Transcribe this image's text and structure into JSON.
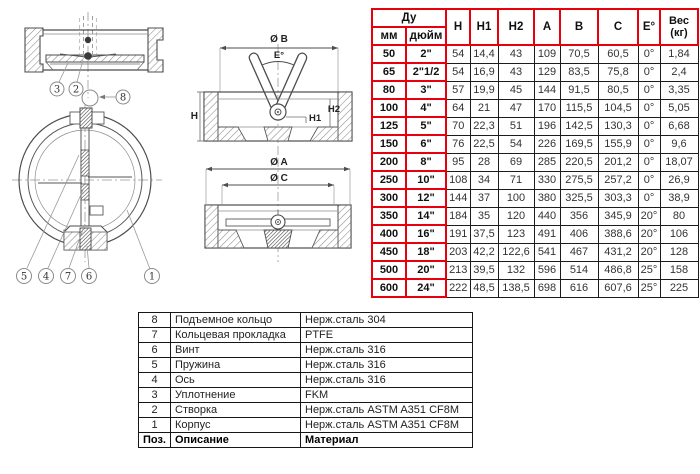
{
  "dim_table": {
    "du_label": "Ду",
    "du_sub": [
      "мм",
      "дюйм"
    ],
    "col_headers": [
      "H",
      "H1",
      "H2",
      "A",
      "B",
      "C",
      "E°"
    ],
    "weight_header": "Вес (кг)",
    "rows": [
      [
        "50",
        "2\"",
        "54",
        "14,4",
        "43",
        "109",
        "70,5",
        "60,5",
        "0°",
        "1,84"
      ],
      [
        "65",
        "2\"1/2",
        "54",
        "16,9",
        "43",
        "129",
        "83,5",
        "75,8",
        "0°",
        "2,4"
      ],
      [
        "80",
        "3\"",
        "57",
        "19,9",
        "45",
        "144",
        "91,5",
        "80,5",
        "0°",
        "3,35"
      ],
      [
        "100",
        "4\"",
        "64",
        "21",
        "47",
        "170",
        "115,5",
        "104,5",
        "0°",
        "5,05"
      ],
      [
        "125",
        "5\"",
        "70",
        "22,3",
        "51",
        "196",
        "142,5",
        "130,3",
        "0°",
        "6,68"
      ],
      [
        "150",
        "6\"",
        "76",
        "22,5",
        "54",
        "226",
        "169,5",
        "155,9",
        "0°",
        "9,6"
      ],
      [
        "200",
        "8\"",
        "95",
        "28",
        "69",
        "285",
        "220,5",
        "201,2",
        "0°",
        "18,07"
      ],
      [
        "250",
        "10\"",
        "108",
        "34",
        "71",
        "330",
        "275,5",
        "257,2",
        "0°",
        "26,9"
      ],
      [
        "300",
        "12\"",
        "144",
        "37",
        "100",
        "380",
        "325,5",
        "303,3",
        "0°",
        "38,9"
      ],
      [
        "350",
        "14\"",
        "184",
        "35",
        "120",
        "440",
        "356",
        "345,9",
        "20°",
        "80"
      ],
      [
        "400",
        "16\"",
        "191",
        "37,5",
        "123",
        "491",
        "406",
        "388,6",
        "20°",
        "106"
      ],
      [
        "450",
        "18\"",
        "203",
        "42,2",
        "122,6",
        "541",
        "467",
        "431,2",
        "20°",
        "128"
      ],
      [
        "500",
        "20\"",
        "213",
        "39,5",
        "132",
        "596",
        "514",
        "486,8",
        "25°",
        "158"
      ],
      [
        "600",
        "24\"",
        "222",
        "48,5",
        "138,5",
        "698",
        "616",
        "607,6",
        "25°",
        "225"
      ]
    ]
  },
  "parts_table": {
    "rows": [
      [
        "8",
        "Подъемное кольцо",
        "Нерж.сталь 304"
      ],
      [
        "7",
        "Кольцевая прокладка",
        "PTFE"
      ],
      [
        "6",
        "Винт",
        "Нерж.сталь 316"
      ],
      [
        "5",
        "Пружина",
        "Нерж.сталь 316"
      ],
      [
        "4",
        "Ось",
        "Нерж.сталь 316"
      ],
      [
        "3",
        "Уплотнение",
        "FKM"
      ],
      [
        "2",
        "Створка",
        "Нерж.сталь ASTM A351 CF8M"
      ],
      [
        "1",
        "Корпус",
        "Нерж.сталь ASTM A351 CF8M"
      ]
    ],
    "footer": [
      "Поз.",
      "Описание",
      "Материал"
    ]
  },
  "drawing": {
    "labels": {
      "dia_b": "Ø B",
      "angle_e": "E°",
      "h": "H",
      "h1": "H1",
      "h2": "H2",
      "dia_a": "Ø A",
      "dia_c": "Ø C"
    },
    "callouts": {
      "c1": "1",
      "c2": "2",
      "c3": "3",
      "c4": "4",
      "c5": "5",
      "c6": "6",
      "c7": "7",
      "c8": "8"
    }
  },
  "colors": {
    "table_accent_red": "#e8000d"
  }
}
